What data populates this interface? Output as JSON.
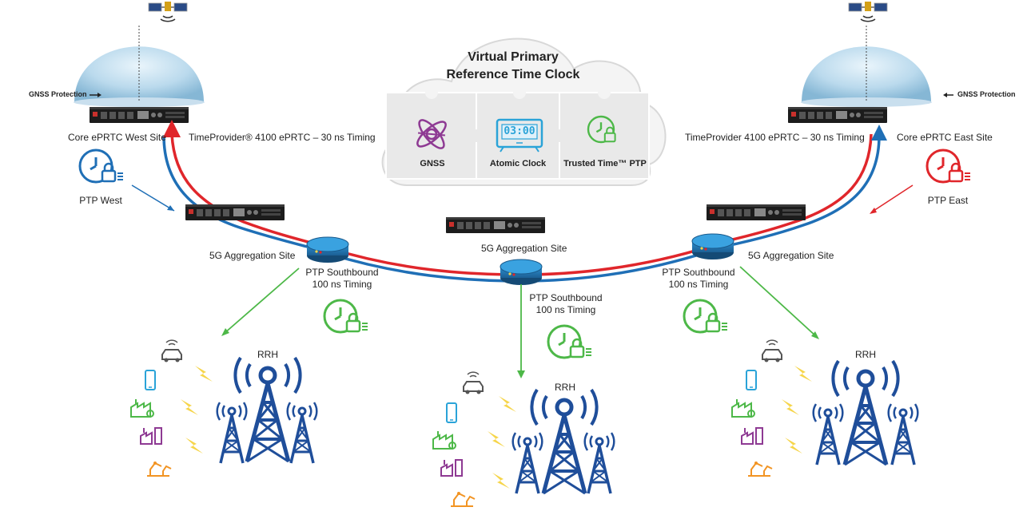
{
  "cloud": {
    "title_line1": "Virtual Primary",
    "title_line2": "Reference Time Clock",
    "pieces": [
      {
        "label": "GNSS",
        "icon": "satellite-icon"
      },
      {
        "label": "Atomic Clock",
        "icon": "atomic-clock-icon",
        "display": "03:00"
      },
      {
        "label": "Trusted Time™ PTP",
        "icon": "clock-lock-icon"
      }
    ]
  },
  "west": {
    "gnss_protection": "GNSS Protection",
    "site": "Core ePRTC West Site",
    "device": "TimeProvider® 4100 ePRTC – 30 ns Timing",
    "ptp": "PTP West"
  },
  "east": {
    "gnss_protection": "GNSS Protection",
    "site": "Core ePRTC East Site",
    "device": "TimeProvider 4100 ePRTC – 30 ns Timing",
    "ptp": "PTP East"
  },
  "aggregation": {
    "left": "5G Aggregation Site",
    "center": "5G Aggregation Site",
    "right": "5G Aggregation Site"
  },
  "southbound": {
    "left_line1": "PTP Southbound",
    "left_line2": "100 ns Timing",
    "center_line1": "PTP Southbound",
    "center_line2": "100 ns Timing",
    "right_line1": "PTP Southbound",
    "right_line2": "100 ns Timing"
  },
  "rrh": {
    "left": "RRH",
    "center": "RRH",
    "right": "RRH"
  },
  "colors": {
    "blue": "#1f6fb6",
    "red": "#e0262b",
    "green": "#4db848",
    "tower": "#1f4e9a",
    "purple": "#8e3a93",
    "orange": "#f29423",
    "yellow": "#f6d54a",
    "cyan_screen": "#2aa3d8"
  }
}
